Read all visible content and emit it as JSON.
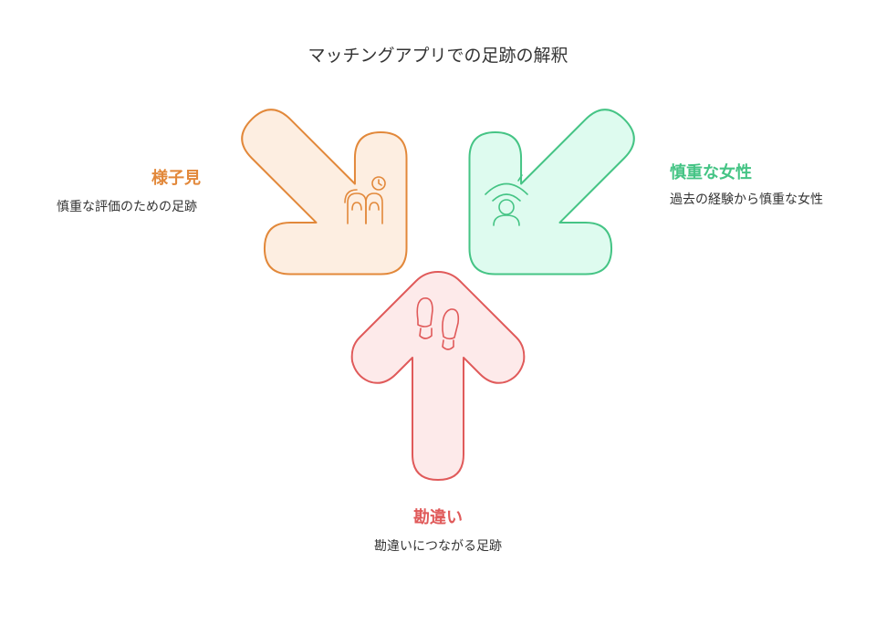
{
  "title": "マッチングアプリでの足跡の解釈",
  "nodes": {
    "observing": {
      "heading": "様子見",
      "description": "慎重な評価のための足跡",
      "icon": "hand-clock-icon",
      "color": "#e2883a",
      "fill": "#fdeee1"
    },
    "cautious": {
      "heading": "慎重な女性",
      "description": "過去の経験から慎重な女性",
      "icon": "woman-signal-icon",
      "color": "#45c485",
      "fill": "#defbef"
    },
    "misunderstanding": {
      "heading": "勘違い",
      "description": "勘違いにつながる足跡",
      "icon": "footprints-icon",
      "color": "#e05a5a",
      "fill": "#fdeaea"
    }
  }
}
